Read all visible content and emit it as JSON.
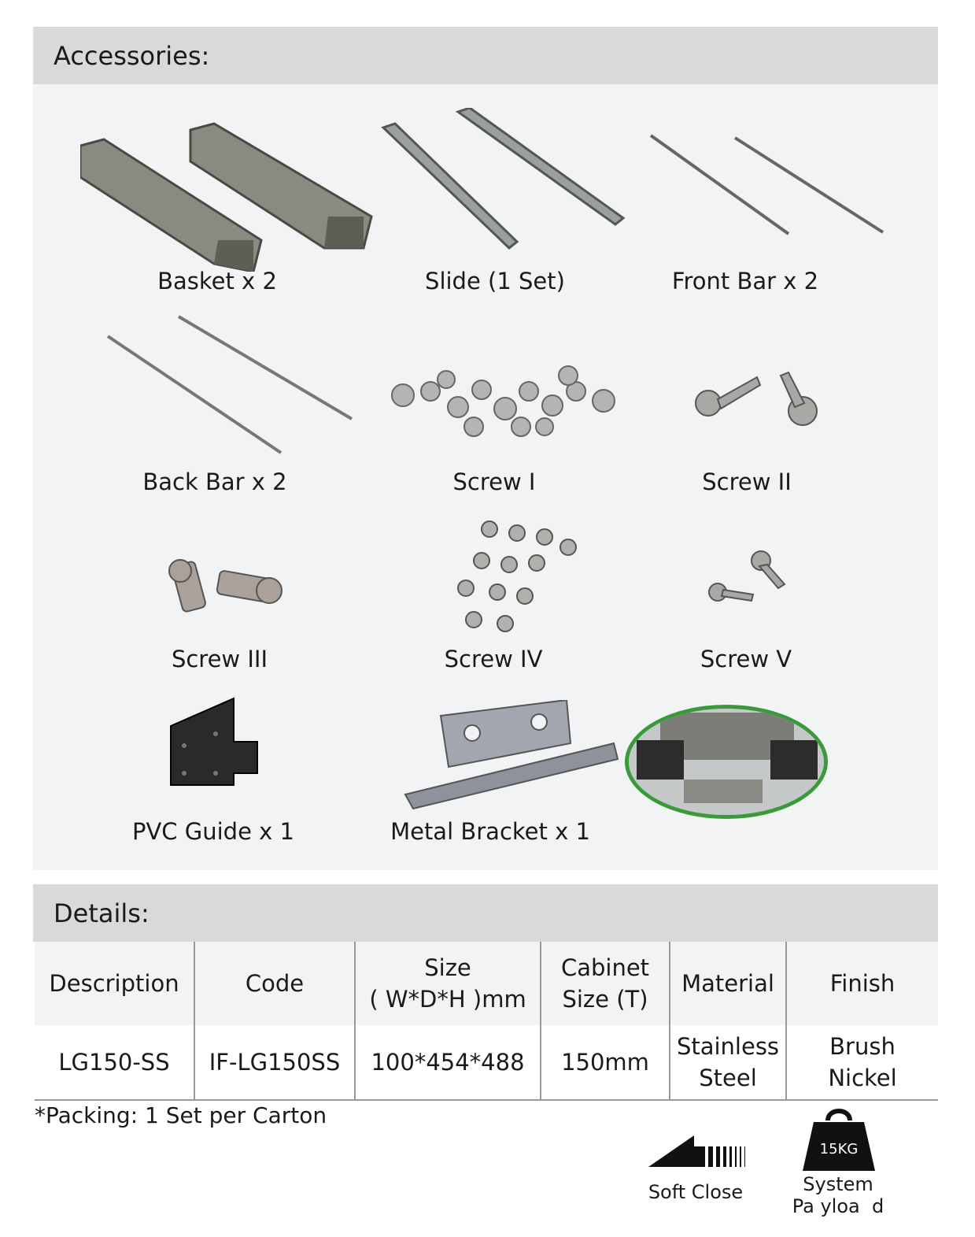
{
  "accessories": {
    "title": "Accessories:",
    "items": [
      {
        "label": "Basket x 2",
        "icon": "basket-icon"
      },
      {
        "label": "Slide (1 Set)",
        "icon": "slide-icon"
      },
      {
        "label": "Front Bar x 2",
        "icon": "front-bar-icon"
      },
      {
        "label": "Back Bar x 2",
        "icon": "back-bar-icon"
      },
      {
        "label": "Screw I",
        "icon": "screw-pile-icon"
      },
      {
        "label": "Screw II",
        "icon": "screw-icon"
      },
      {
        "label": "Screw III",
        "icon": "bolt-icon"
      },
      {
        "label": "Screw IV",
        "icon": "screw-pile-icon"
      },
      {
        "label": "Screw V",
        "icon": "screw-icon"
      },
      {
        "label": "PVC Guide x 1",
        "icon": "pvc-guide-icon"
      },
      {
        "label": "Metal Bracket x 1",
        "icon": "metal-bracket-icon"
      }
    ]
  },
  "details": {
    "title": "Details:",
    "columns": [
      [
        "Description"
      ],
      [
        "Code"
      ],
      [
        "Size",
        "( W*D*H )mm"
      ],
      [
        "Cabinet",
        "Size (T)"
      ],
      [
        "Material"
      ],
      [
        "Finish"
      ]
    ],
    "rows": [
      [
        [
          "LG150-SS"
        ],
        [
          "IF-LG150SS"
        ],
        [
          "100*454*488"
        ],
        [
          "150mm"
        ],
        [
          "Stainless",
          "Steel"
        ],
        [
          "Brush",
          "Nickel"
        ]
      ]
    ],
    "packing_note": "*Packing: 1 Set per Carton"
  },
  "features": {
    "soft_close": "Soft Close",
    "payload_weight": "15KG",
    "payload_line1": "System",
    "payload_line2": "Pa yloa  d"
  },
  "colors": {
    "highlight_ring": "#3a9a3a",
    "header_bg": "#d9d9d9",
    "panel_bg": "#f2f3f4"
  }
}
